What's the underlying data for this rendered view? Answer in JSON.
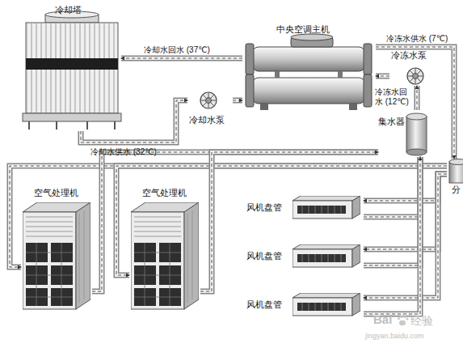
{
  "diagram": {
    "nodes": [
      {
        "text": [
          "冷却塔"
        ]
      },
      {
        "text": [
          "中央空调主机"
        ]
      },
      {
        "text": [
          "冷冻水泵"
        ]
      },
      {
        "text": [
          "冷却水泵"
        ]
      },
      {
        "text": [
          "集水器"
        ]
      },
      {
        "text": [
          "分"
        ]
      },
      {
        "text": [
          "空气处理机"
        ]
      },
      {
        "text": [
          "空气处理机"
        ]
      },
      {
        "text": [
          "风机盘管"
        ]
      },
      {
        "text": [
          "风机盘管"
        ]
      },
      {
        "text": [
          "风机盘管"
        ]
      }
    ],
    "edges": [
      {
        "from": 1,
        "to": 0,
        "arrow": "to",
        "label": "冷却水回水 (37℃)"
      },
      {
        "from": 0,
        "to": 3,
        "arrow": "to",
        "label": "冷却水供水 (32℃)"
      },
      {
        "from": 3,
        "to": 1,
        "arrow": "to"
      },
      {
        "from": 1,
        "to": 5,
        "arrow": "to",
        "label": "冷冻水供水 (7℃)"
      },
      {
        "from": 4,
        "to": 2,
        "arrow": "to"
      },
      {
        "from": 2,
        "to": 1,
        "arrow": "to",
        "label": "冷冻水回水 (12℃)"
      },
      {
        "from": 5,
        "to": 6,
        "arrow": "to"
      },
      {
        "from": 5,
        "to": 7,
        "arrow": "to"
      },
      {
        "from": 5,
        "to": 8,
        "arrow": "to"
      },
      {
        "from": 5,
        "to": 9,
        "arrow": "to"
      },
      {
        "from": 5,
        "to": 10,
        "arrow": "to"
      },
      {
        "from": 6,
        "to": 4,
        "arrow": "to"
      },
      {
        "from": 7,
        "to": 4,
        "arrow": "to"
      },
      {
        "from": 8,
        "to": 4,
        "arrow": "to"
      },
      {
        "from": 9,
        "to": 4,
        "arrow": "to"
      },
      {
        "from": 10,
        "to": 4,
        "arrow": "to"
      }
    ],
    "labels": [
      "Bai",
      "经验",
      "jingyan.baidu.com"
    ]
  }
}
